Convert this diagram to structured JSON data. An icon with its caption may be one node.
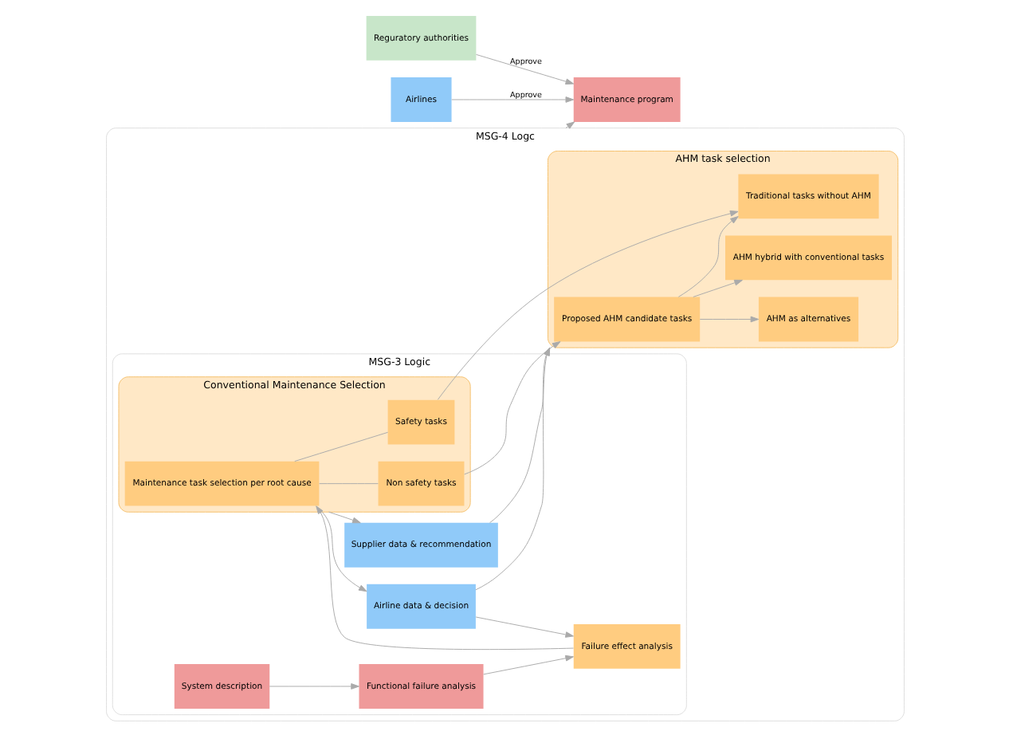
{
  "diagram": {
    "nodes": [
      {
        "text": [
          "MSG-4 Logc"
        ]
      },
      {
        "text": [
          "MSG-3 Logic"
        ],
        "in": 0
      },
      {
        "text": [
          "Airline data & decision"
        ],
        "in": 1
      },
      {
        "text": [
          "Supplier data & recommendation"
        ],
        "in": 1
      },
      {
        "text": [
          "Conventional Maintenance Selection"
        ],
        "in": 1
      },
      {
        "text": [
          "System description"
        ],
        "in": 1
      },
      {
        "text": [
          "Functional failure analysis"
        ],
        "in": 1
      },
      {
        "text": [
          "Failure effect analysis"
        ],
        "in": 1
      },
      {
        "text": [
          "Maintenance task selection per root cause"
        ],
        "in": 4
      },
      {
        "text": [
          "Safety tasks"
        ],
        "in": 4
      },
      {
        "text": [
          "Non safety tasks"
        ],
        "in": 4
      },
      {
        "text": [
          "AHM task selection"
        ],
        "in": 0
      },
      {
        "text": [
          "Proposed AHM candidate tasks"
        ],
        "in": 11
      },
      {
        "text": [
          "AHM as alternatives"
        ],
        "in": 11
      },
      {
        "text": [
          "AHM hybrid with conventional tasks"
        ],
        "in": 11
      },
      {
        "text": [
          "Traditional tasks without AHM"
        ],
        "in": 11
      },
      {
        "text": [
          "Reguratory authorities"
        ]
      },
      {
        "text": [
          "Maintenance program"
        ]
      },
      {
        "text": [
          "Airlines"
        ]
      }
    ],
    "edges": [
      {
        "from": 4,
        "to": 2,
        "arrow": "to"
      },
      {
        "from": 4,
        "to": 3,
        "arrow": "to"
      },
      {
        "from": 2,
        "to": 7,
        "arrow": "to"
      },
      {
        "from": 2,
        "to": 11,
        "arrow": "to"
      },
      {
        "from": 3,
        "to": 11,
        "arrow": "to"
      },
      {
        "from": 5,
        "to": 6,
        "arrow": "to"
      },
      {
        "from": 6,
        "to": 7,
        "arrow": "to"
      },
      {
        "from": 7,
        "to": 8,
        "arrow": "to"
      },
      {
        "from": 8,
        "to": 9,
        "arrow": "none"
      },
      {
        "from": 8,
        "to": 10,
        "arrow": "none"
      },
      {
        "from": 10,
        "to": 12,
        "arrow": "to"
      },
      {
        "from": 12,
        "to": 13,
        "arrow": "to"
      },
      {
        "from": 12,
        "to": 14,
        "arrow": "to"
      },
      {
        "from": 12,
        "to": 15,
        "arrow": "to"
      },
      {
        "from": 9,
        "to": 15,
        "arrow": "to"
      },
      {
        "from": 0,
        "to": 17,
        "arrow": "to"
      },
      {
        "from": 16,
        "to": 17,
        "label": "Approve",
        "arrow": "to"
      },
      {
        "from": 18,
        "to": 17,
        "label": "Approve",
        "arrow": "to"
      }
    ]
  }
}
